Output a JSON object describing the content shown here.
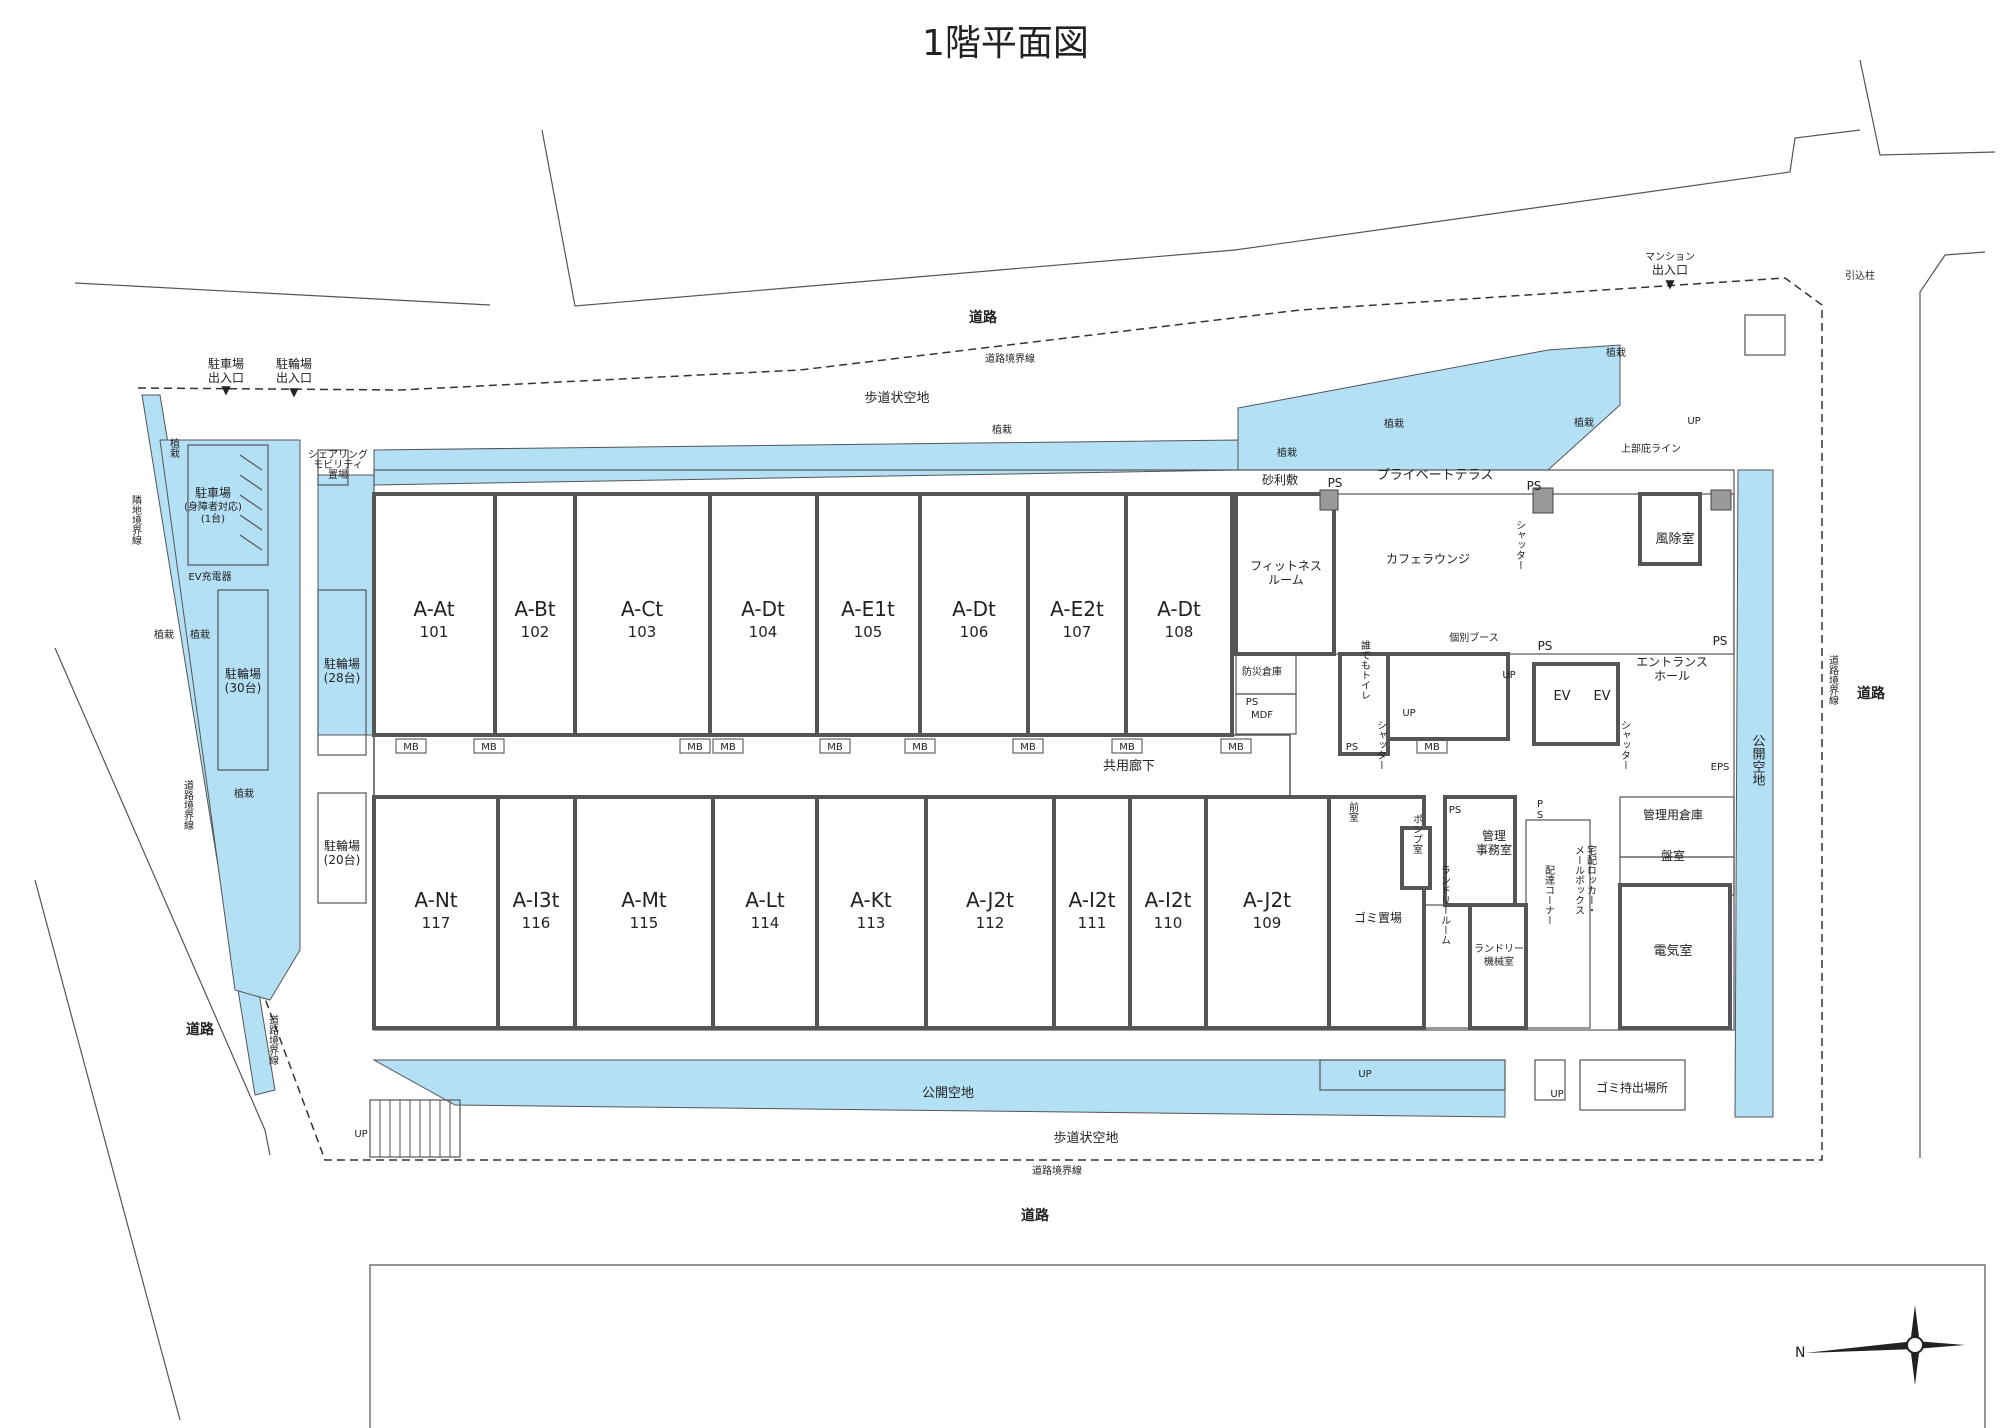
{
  "title": "1階平面図",
  "colors": {
    "planting": "#b3e0f4",
    "wall": "#555555",
    "column": "#999999"
  },
  "units_top": [
    {
      "name": "A-At",
      "no": "101"
    },
    {
      "name": "A-Bt",
      "no": "102"
    },
    {
      "name": "A-Ct",
      "no": "103"
    },
    {
      "name": "A-Dt",
      "no": "104"
    },
    {
      "name": "A-E1t",
      "no": "105"
    },
    {
      "name": "A-Dt",
      "no": "106"
    },
    {
      "name": "A-E2t",
      "no": "107"
    },
    {
      "name": "A-Dt",
      "no": "108"
    }
  ],
  "units_bottom": [
    {
      "name": "A-Nt",
      "no": "117"
    },
    {
      "name": "A-I3t",
      "no": "116"
    },
    {
      "name": "A-Mt",
      "no": "115"
    },
    {
      "name": "A-Lt",
      "no": "114"
    },
    {
      "name": "A-Kt",
      "no": "113"
    },
    {
      "name": "A-J2t",
      "no": "112"
    },
    {
      "name": "A-I2t",
      "no": "111"
    },
    {
      "name": "A-I2t",
      "no": "110"
    },
    {
      "name": "A-J2t",
      "no": "109"
    }
  ],
  "site": {
    "road": "道路",
    "road_boundary": "道路境界線",
    "adjacent_boundary": "隣地境界線",
    "sidewalk_space": "歩道状空地",
    "public_space": "公開空地",
    "planting": "植栽",
    "parking_entrance": [
      "駐車場",
      "出入口"
    ],
    "bicycle_entrance": [
      "駐輪場",
      "出入口"
    ],
    "mansion_entrance": [
      "マンション",
      "出入口"
    ],
    "service_pole": "引込柱",
    "sharing_mobility": [
      "シェアリング",
      "モビリティ",
      "置場"
    ],
    "parking": [
      "駐車場",
      "(身障者対応)",
      "(1台)"
    ],
    "ev_charger": "EV充電器",
    "bike30": [
      "駐輪場",
      "(30台)"
    ],
    "bike28": [
      "駐輪場",
      "(28台)"
    ],
    "bike20": [
      "駐輪場",
      "(20台)"
    ],
    "corridor": "共用廊下",
    "up": "UP",
    "mb": "MB"
  },
  "rooms": {
    "gravel": "砂利敷",
    "ps": "PS",
    "eps": "EPS",
    "mdf": "MDF",
    "ev": "EV",
    "private_terrace": "プライベートテラス",
    "canopy_line": "上部庇ライン",
    "windbreak": "風除室",
    "fitness": [
      "フィットネス",
      "ルーム"
    ],
    "cafe": "カフェラウンジ",
    "shutter": "シャッター",
    "booth": "個別ブース",
    "entrance_hall": [
      "エントランス",
      "ホール"
    ],
    "disaster_storage": "防災倉庫",
    "accessible_toilet": "誰でもトイレ",
    "mgmt_storage": "管理用倉庫",
    "panel_room": "盤室",
    "electric_room": "電気室",
    "anteroom": "前室",
    "office": [
      "管理",
      "事務室"
    ],
    "pump_room": "ポンプ室",
    "garbage": "ゴミ置場",
    "laundry": "ランドリールーム",
    "laundry_machine": [
      "ランドリー",
      "機械室"
    ],
    "delivery_corner": "配達コーナー",
    "delivery_locker": [
      "宅配ロッカー・",
      "メールボックス"
    ],
    "garbage_out": "ゴミ持出場所"
  }
}
